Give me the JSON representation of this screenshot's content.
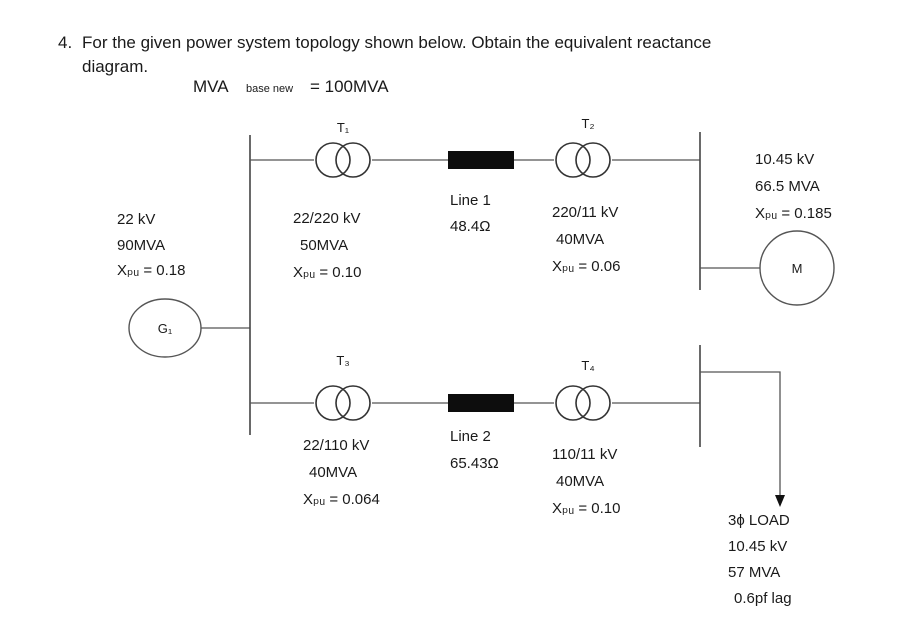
{
  "problem": {
    "number": "4.",
    "line1": "For the given power system topology shown below. Obtain the equivalent reactance",
    "line2": "diagram."
  },
  "base": {
    "prefix": "MVA",
    "sub": "base new",
    "value": "= 100MVA"
  },
  "generator": {
    "symbol": "G₁",
    "voltage": "22 kV",
    "rating": "90MVA",
    "reactance": "Xₚᵤ = 0.18"
  },
  "transformers": {
    "t1": {
      "name": "T₁",
      "ratio": "22/220 kV",
      "rating": "50MVA",
      "reactance": "Xₚᵤ = 0.10"
    },
    "t2": {
      "name": "T₂",
      "ratio": "220/11 kV",
      "rating": "40MVA",
      "reactance": "Xₚᵤ = 0.06"
    },
    "t3": {
      "name": "T₃",
      "ratio": "22/110 kV",
      "rating": "40MVA",
      "reactance": "Xₚᵤ = 0.064"
    },
    "t4": {
      "name": "T₄",
      "ratio": "110/11 kV",
      "rating": "40MVA",
      "reactance": "Xₚᵤ = 0.10"
    }
  },
  "lines": {
    "line1": {
      "name": "Line 1",
      "impedance": "48.4Ω"
    },
    "line2": {
      "name": "Line 2",
      "impedance": "65.43Ω"
    }
  },
  "motor": {
    "symbol": "M",
    "voltage": "10.45 kV",
    "rating": "66.5 MVA",
    "reactance": "Xₚᵤ = 0.185"
  },
  "load": {
    "type": "3ϕ LOAD",
    "voltage": "10.45 kV",
    "rating": "57 MVA",
    "pf": "0.6pf lag"
  }
}
